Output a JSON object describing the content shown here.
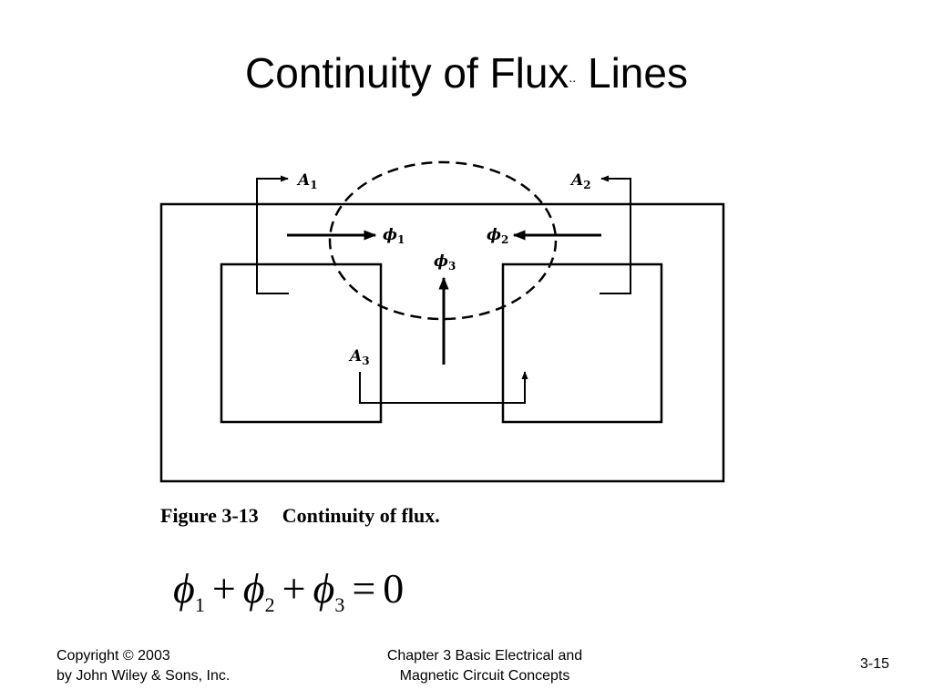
{
  "slide": {
    "title": "Continuity of Flux",
    "title_mark": "..",
    "title_tail": " Lines"
  },
  "figure": {
    "labels": {
      "a1": {
        "sym": "A",
        "sub": "1"
      },
      "a2": {
        "sym": "A",
        "sub": "2"
      },
      "a3": {
        "sym": "A",
        "sub": "3"
      },
      "phi1": {
        "sym": "ϕ",
        "sub": "1"
      },
      "phi2": {
        "sym": "ϕ",
        "sub": "2"
      },
      "phi3": {
        "sym": "ϕ",
        "sub": "3"
      }
    },
    "caption_number": "Figure 3-13",
    "caption_text": "Continuity of flux."
  },
  "equation": {
    "phi": "ϕ",
    "sub1": "1",
    "sub2": "2",
    "sub3": "3",
    "plus": "+",
    "equals": "=",
    "rhs": "0"
  },
  "footer": {
    "copyright_line1": "Copyright © 2003",
    "copyright_line2": "by John Wiley & Sons, Inc.",
    "chapter_line1": "Chapter 3 Basic Electrical and",
    "chapter_line2": "Magnetic Circuit Concepts",
    "page_number": "3-15"
  }
}
